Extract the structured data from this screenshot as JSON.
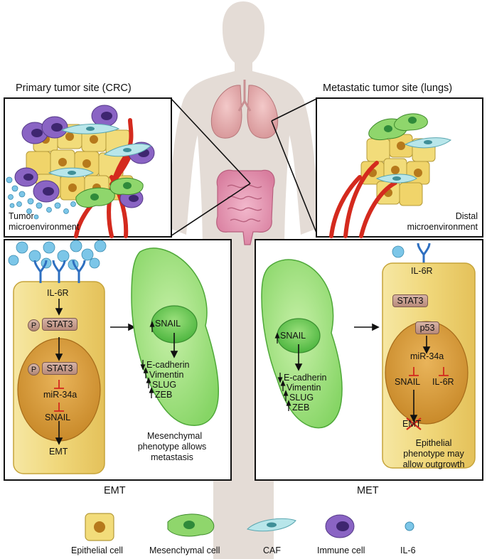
{
  "titles": {
    "primary": "Primary tumor site (CRC)",
    "metastatic": "Metastatic tumor site (lungs)",
    "tumor_micro": "Tumor microenvironment",
    "tumor_micro_l1": "Tumor",
    "tumor_micro_l2": "microenvironment",
    "distal_l1": "Distal",
    "distal_l2": "microenvironment"
  },
  "emt_panel": {
    "title": "EMT",
    "receptor": "IL-6R",
    "p1": "P",
    "stat3_a": "STAT3",
    "p2": "P",
    "stat3_b": "STAT3",
    "mir": "miR-34a",
    "snail": "SNAIL",
    "emt": "EMT",
    "mes_snail": "SNAIL",
    "mes_genes": [
      "E-cadherin",
      "Vimentin",
      "SLUG",
      "ZEB"
    ],
    "caption_l1": "Mesenchymal",
    "caption_l2": "phenotype allows",
    "caption_l3": "metastasis"
  },
  "met_panel": {
    "title": "MET",
    "snail": "SNAIL",
    "genes": [
      "E-cadherin",
      "Vimentin",
      "SLUG",
      "ZEB"
    ],
    "receptor": "IL-6R",
    "stat3": "STAT3",
    "p53": "p53",
    "mir": "miR-34a",
    "snail_b": "SNAIL",
    "il6r_b": "IL-6R",
    "emt": "EMT",
    "caption_l1": "Epithelial",
    "caption_l2": "phenotype may",
    "caption_l3": "allow outgrowth"
  },
  "legend": [
    {
      "label": "Epithelial cell"
    },
    {
      "label": "Mesenchymal cell"
    },
    {
      "label": "CAF"
    },
    {
      "label": "Immune cell"
    },
    {
      "label": "IL-6"
    }
  ],
  "colors": {
    "epithelial": "#f2dc7a",
    "mesenchymal": "#8fd66c",
    "caf": "#b8e6ea",
    "immune": "#8a64c4",
    "il6": "#7cc6e8",
    "vessel": "#d42a1e",
    "inhibit": "#d42a1e",
    "silhouette": "#e4dcd6"
  }
}
